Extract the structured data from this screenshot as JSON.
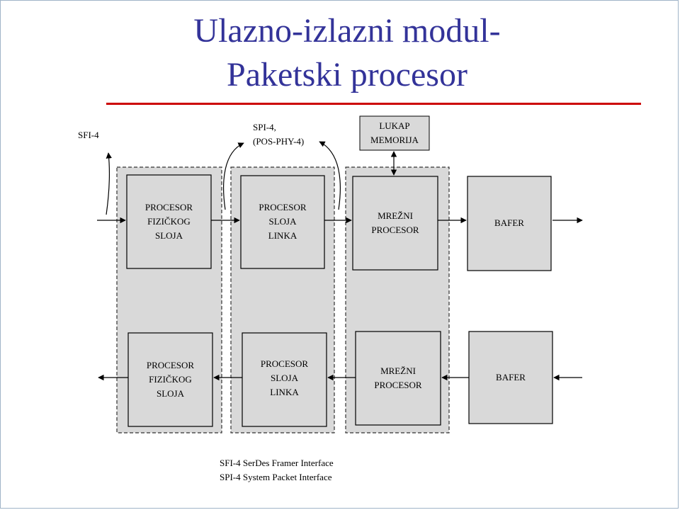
{
  "title": {
    "line1": "Ulazno-izlazni modul-",
    "line2": "Paketski procesor"
  },
  "colors": {
    "title": "#333399",
    "rule": "#cc0000",
    "block_fill": "#d9d9d9",
    "stroke": "#000000"
  },
  "diagram": {
    "top_row": {
      "physical": [
        "PROCESOR",
        "FIZIČKOG",
        "SLOJA"
      ],
      "link": [
        "PROCESOR",
        "SLOJA",
        "LINKA"
      ],
      "network": [
        "MREŽNI",
        "PROCESOR"
      ],
      "buffer": "BAFER"
    },
    "bottom_row": {
      "physical": [
        "PROCESOR",
        "FIZIČKOG",
        "SLOJA"
      ],
      "link": [
        "PROCESOR",
        "SLOJA",
        "LINKA"
      ],
      "network": [
        "MREŽNI",
        "PROCESOR"
      ],
      "buffer": "BAFER"
    },
    "lookup_memory": [
      "LUKAP",
      "MEMORIJA"
    ],
    "interface_labels": {
      "sfi": "SFI-4",
      "spi_line1": "SPI-4,",
      "spi_line2": "(POS-PHY-4)"
    },
    "legend": {
      "line1": "SFI-4 SerDes Framer Interface",
      "line2": "SPI-4 System Packet Interface"
    }
  }
}
